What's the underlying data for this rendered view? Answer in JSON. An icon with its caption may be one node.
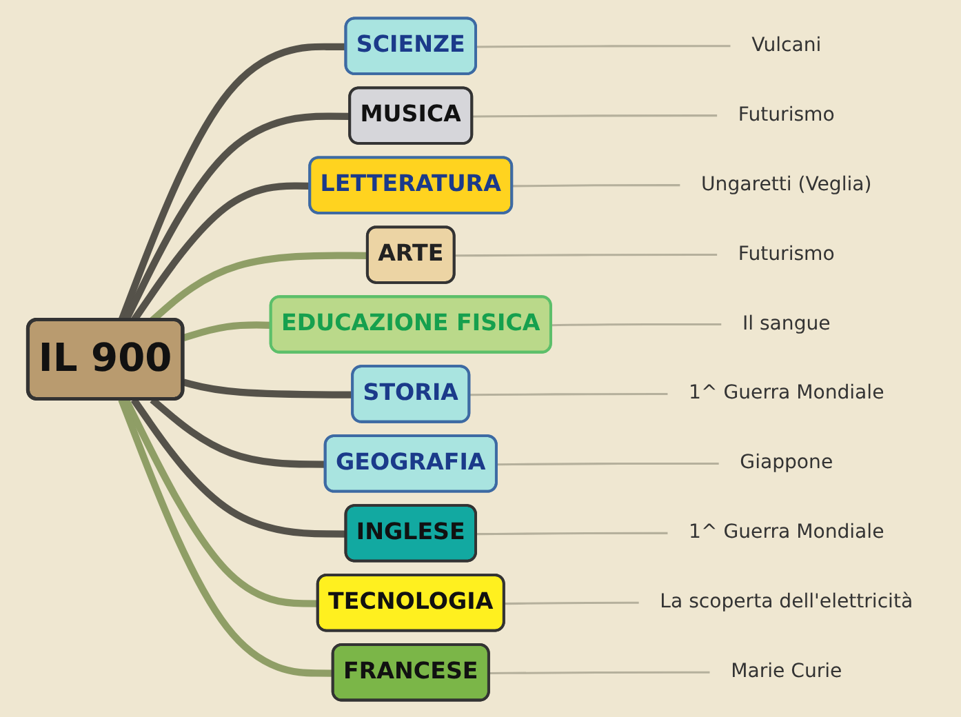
{
  "diagram": {
    "nodes": [
      {
        "text": [
          "IL 900"
        ]
      },
      {
        "text": [
          "SCIENZE"
        ]
      },
      {
        "text": [
          "Vulcani"
        ]
      },
      {
        "text": [
          "MUSICA"
        ]
      },
      {
        "text": [
          "Futurismo"
        ]
      },
      {
        "text": [
          "LETTERATURA"
        ]
      },
      {
        "text": [
          "Ungaretti (Veglia)"
        ]
      },
      {
        "text": [
          "ARTE"
        ]
      },
      {
        "text": [
          "Futurismo"
        ]
      },
      {
        "text": [
          "EDUCAZIONE FISICA"
        ]
      },
      {
        "text": [
          "Il sangue"
        ]
      },
      {
        "text": [
          "STORIA"
        ]
      },
      {
        "text": [
          "1^ Guerra Mondiale"
        ]
      },
      {
        "text": [
          "GEOGRAFIA"
        ]
      },
      {
        "text": [
          "Giappone"
        ]
      },
      {
        "text": [
          "INGLESE"
        ]
      },
      {
        "text": [
          "1^ Guerra Mondiale"
        ]
      },
      {
        "text": [
          "TECNOLOGIA"
        ]
      },
      {
        "text": [
          "La scoperta dell'elettricità"
        ]
      },
      {
        "text": [
          "FRANCESE"
        ]
      },
      {
        "text": [
          "Marie Curie"
        ]
      }
    ],
    "edges": [
      {
        "from": 0,
        "to": 1,
        "arrow": "none",
        "style": "thick",
        "color": "#55524a"
      },
      {
        "from": 1,
        "to": 2,
        "arrow": "none",
        "color": "#b5b09c"
      },
      {
        "from": 0,
        "to": 3,
        "arrow": "none",
        "style": "thick",
        "color": "#55524a"
      },
      {
        "from": 3,
        "to": 4,
        "arrow": "none",
        "color": "#b5b09c"
      },
      {
        "from": 0,
        "to": 5,
        "arrow": "none",
        "style": "thick",
        "color": "#55524a"
      },
      {
        "from": 5,
        "to": 6,
        "arrow": "none",
        "color": "#b5b09c"
      },
      {
        "from": 0,
        "to": 7,
        "arrow": "none",
        "style": "thick",
        "color": "#8f9e66"
      },
      {
        "from": 7,
        "to": 8,
        "arrow": "none",
        "color": "#b5b09c"
      },
      {
        "from": 0,
        "to": 9,
        "arrow": "none",
        "style": "thick",
        "color": "#8f9e66"
      },
      {
        "from": 9,
        "to": 10,
        "arrow": "none",
        "color": "#b5b09c"
      },
      {
        "from": 0,
        "to": 11,
        "arrow": "none",
        "style": "thick",
        "color": "#55524a"
      },
      {
        "from": 11,
        "to": 12,
        "arrow": "none",
        "color": "#b5b09c"
      },
      {
        "from": 0,
        "to": 13,
        "arrow": "none",
        "style": "thick",
        "color": "#55524a"
      },
      {
        "from": 13,
        "to": 14,
        "arrow": "none",
        "color": "#b5b09c"
      },
      {
        "from": 0,
        "to": 15,
        "arrow": "none",
        "style": "thick",
        "color": "#55524a"
      },
      {
        "from": 15,
        "to": 16,
        "arrow": "none",
        "color": "#b5b09c"
      },
      {
        "from": 0,
        "to": 17,
        "arrow": "none",
        "style": "thick",
        "color": "#8f9e66"
      },
      {
        "from": 17,
        "to": 18,
        "arrow": "none",
        "color": "#b5b09c"
      },
      {
        "from": 0,
        "to": 19,
        "arrow": "none",
        "style": "thick",
        "color": "#8f9e66"
      },
      {
        "from": 19,
        "to": 20,
        "arrow": "none",
        "color": "#b5b09c"
      }
    ]
  }
}
